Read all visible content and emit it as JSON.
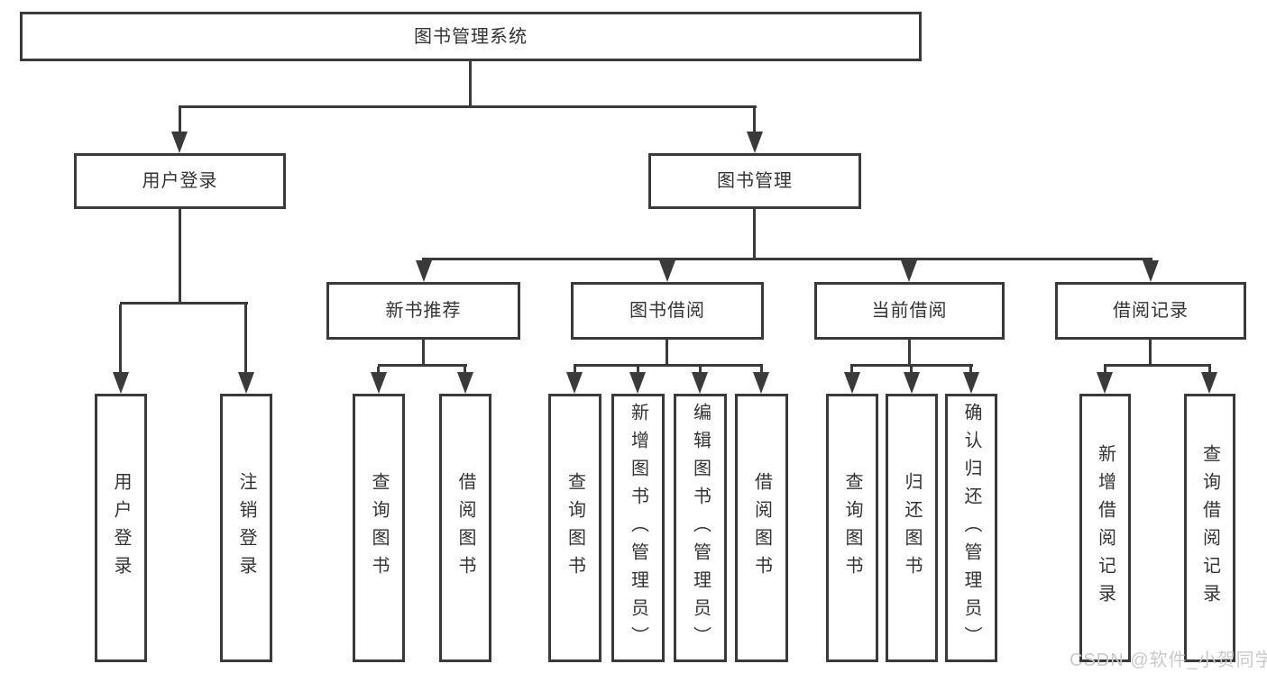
{
  "tree": {
    "root": {
      "label": "图书管理系统"
    },
    "branches": [
      {
        "label": "用户登录",
        "children": [
          {
            "label": "用户登录"
          },
          {
            "label": "注销登录"
          }
        ]
      },
      {
        "label": "图书管理",
        "children": [
          {
            "label": "新书推荐",
            "children": [
              {
                "label": "查询图书"
              },
              {
                "label": "借阅图书"
              }
            ]
          },
          {
            "label": "图书借阅",
            "children": [
              {
                "label": "查询图书"
              },
              {
                "label": "新增图书（管理员）"
              },
              {
                "label": "编辑图书（管理员）"
              },
              {
                "label": "借阅图书"
              }
            ]
          },
          {
            "label": "当前借阅",
            "children": [
              {
                "label": "查询图书"
              },
              {
                "label": "归还图书"
              },
              {
                "label": "确认归还（管理员）"
              }
            ]
          },
          {
            "label": "借阅记录",
            "children": [
              {
                "label": "新增借阅记录"
              },
              {
                "label": "查询借阅记录"
              }
            ]
          }
        ]
      }
    ]
  },
  "watermark": {
    "text": "CSDN @软件_小贺同学"
  },
  "colors": {
    "line": "#3a3a3a",
    "text": "#333333",
    "watermark": "#c9c9c9",
    "background": "#ffffff"
  }
}
